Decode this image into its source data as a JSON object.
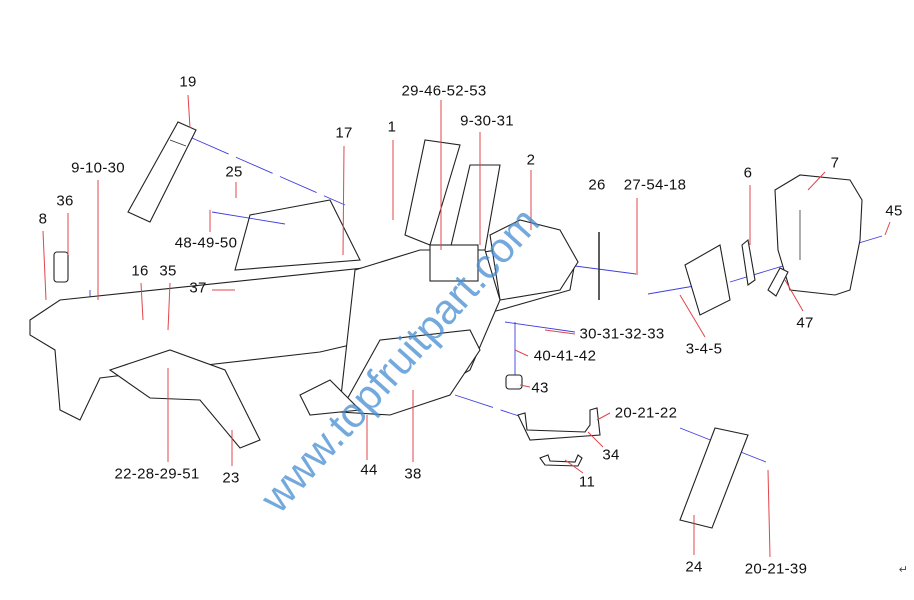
{
  "watermark": "www.topfruitpart.com",
  "return_mark": "↵",
  "labels": {
    "l19": "19",
    "l29_46_52_53": "29-46-52-53",
    "l9_30_31": "9-30-31",
    "l1": "1",
    "l17": "17",
    "l2": "2",
    "l26": "26",
    "l27_54_18": "27-54-18",
    "l6": "6",
    "l7": "7",
    "l45": "45",
    "l9_10_30": "9-10-30",
    "l25": "25",
    "l36": "36",
    "l8": "8",
    "l48_49_50": "48-49-50",
    "l16": "16",
    "l35": "35",
    "l37": "37",
    "l30_31_32_33": "30-31-32-33",
    "l3_4_5": "3-4-5",
    "l47": "47",
    "l40_41_42": "40-41-42",
    "l43": "43",
    "l20_21_22": "20-21-22",
    "l34": "34",
    "l11": "11",
    "l22_28_29_51": "22-28-29-51",
    "l23": "23",
    "l44": "44",
    "l38": "38",
    "l24": "24",
    "l20_21_39": "20-21-39"
  }
}
